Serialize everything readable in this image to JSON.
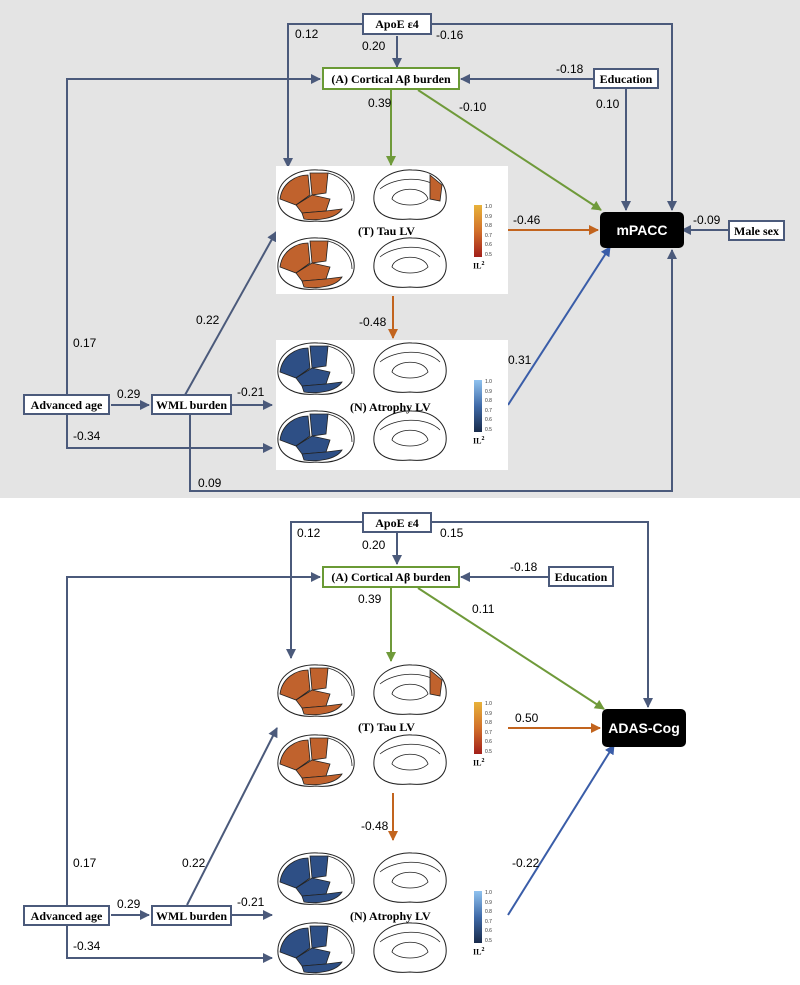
{
  "panels": [
    {
      "nodes": {
        "apoe": "ApoE ε4",
        "cortical": "(A) Cortical Aβ burden",
        "education": "Education",
        "outcome": "mPACC",
        "male_sex": "Male sex",
        "advanced_age": "Advanced age",
        "wml": "WML burden"
      },
      "tau_label": "(T) Tau LV",
      "atrophy_label": "(N) Atrophy LV",
      "coef": {
        "apoe_tau": "0.12",
        "apoe_cortical": "0.20",
        "apoe_outcome": "-0.16",
        "edu_cortical": "-0.18",
        "edu_outcome": "0.10",
        "cortical_tau": "0.39",
        "cortical_outcome": "-0.10",
        "tau_outcome": "-0.46",
        "male_outcome": "-0.09",
        "wml_tau": "0.22",
        "age_cortical": "0.17",
        "tau_atrophy": "-0.48",
        "atrophy_outcome": "0.31",
        "age_wml": "0.29",
        "wml_atrophy": "-0.21",
        "age_atrophy": "-0.34",
        "wml_outcome": "0.09"
      }
    },
    {
      "nodes": {
        "apoe": "ApoE ε4",
        "cortical": "(A) Cortical Aβ burden",
        "education": "Education",
        "outcome": "ADAS-Cog",
        "advanced_age": "Advanced age",
        "wml": "WML burden"
      },
      "tau_label": "(T) Tau LV",
      "atrophy_label": "(N) Atrophy LV",
      "coef": {
        "apoe_tau": "0.12",
        "apoe_cortical": "0.20",
        "apoe_outcome": "0.15",
        "edu_cortical": "-0.18",
        "cortical_tau": "0.39",
        "cortical_outcome": "0.11",
        "tau_outcome": "0.50",
        "wml_tau": "0.22",
        "age_cortical": "0.17",
        "tau_atrophy": "-0.48",
        "atrophy_outcome": "-0.22",
        "age_wml": "0.29",
        "wml_atrophy": "-0.21",
        "age_atrophy": "-0.34"
      }
    }
  ],
  "colorbar": {
    "ticks": [
      "1.0",
      "0.9",
      "0.8",
      "0.7",
      "0.6",
      "0.5"
    ],
    "title": "IL",
    "title_sup": "2"
  },
  "colors": {
    "path_default": "#4b5a7b",
    "path_amyloid": "#6f9a3a",
    "path_tau": "#c2641e",
    "path_atrophy": "#3a5da8",
    "tau_fill": "#c0622d",
    "atrophy_fill": "#2e4f85",
    "panel_bg": "#e4e4e4"
  }
}
